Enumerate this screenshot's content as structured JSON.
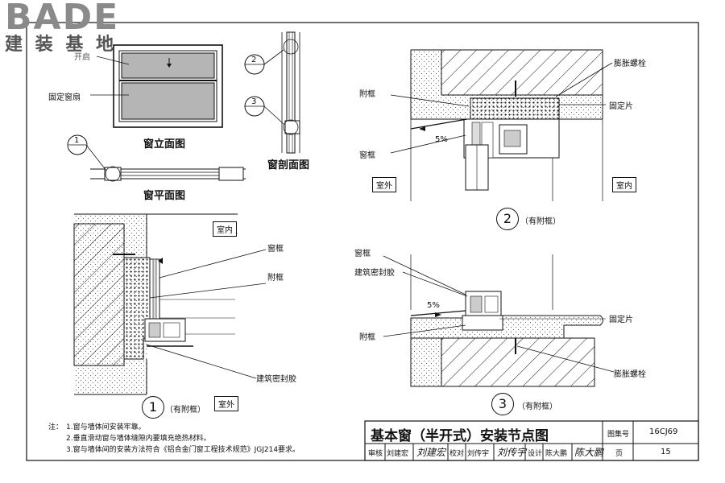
{
  "brand": {
    "name": "BADE",
    "sub": "建 装 基 地"
  },
  "elevation": {
    "label_open": "开启",
    "label_fixed": "固定窗扇",
    "caption": "窗立面图"
  },
  "plan": {
    "marker_num": "1",
    "caption": "窗平面图"
  },
  "section": {
    "marker_2": "2",
    "marker_3": "3",
    "caption": "窗剖面图"
  },
  "detail1": {
    "indoor": "室内",
    "outdoor": "室外",
    "label_frame": "窗框",
    "label_subframe": "附框",
    "label_sealant": "建筑密封胶",
    "num": "1",
    "note": "（有附框）"
  },
  "detail2": {
    "label_subframe": "附框",
    "label_bolt": "膨胀螺栓",
    "label_fixing": "固定片",
    "label_frame": "窗框",
    "slope": "5%",
    "outdoor": "室外",
    "indoor": "室内",
    "num": "2",
    "note": "（有附框）"
  },
  "detail3": {
    "label_frame": "窗框",
    "label_sealant": "建筑密封胶",
    "slope": "5%",
    "label_fixing": "固定片",
    "label_subframe": "附框",
    "label_bolt": "膨胀螺栓",
    "num": "3",
    "note": "（有附框）"
  },
  "notes": {
    "prefix": "注：",
    "items": [
      "1.窗与墙体间安装牢靠。",
      "2.垂直滑动窗与墙体缝隙内要填充绝热材料。",
      "3.窗与墙体间的安装方法符合《铝合金门窗工程技术规范》JGJ214要求。"
    ]
  },
  "title_block": {
    "title": "基本窗（半开式）安装节点图",
    "atlas_label": "图集号",
    "atlas_no": "16CJ69",
    "review": "审核",
    "review_name": "刘建宏",
    "check": "校对",
    "check_name": "刘传宇",
    "design": "设计",
    "design_name": "陈大鹏",
    "page_label": "页",
    "page_no": "15"
  }
}
